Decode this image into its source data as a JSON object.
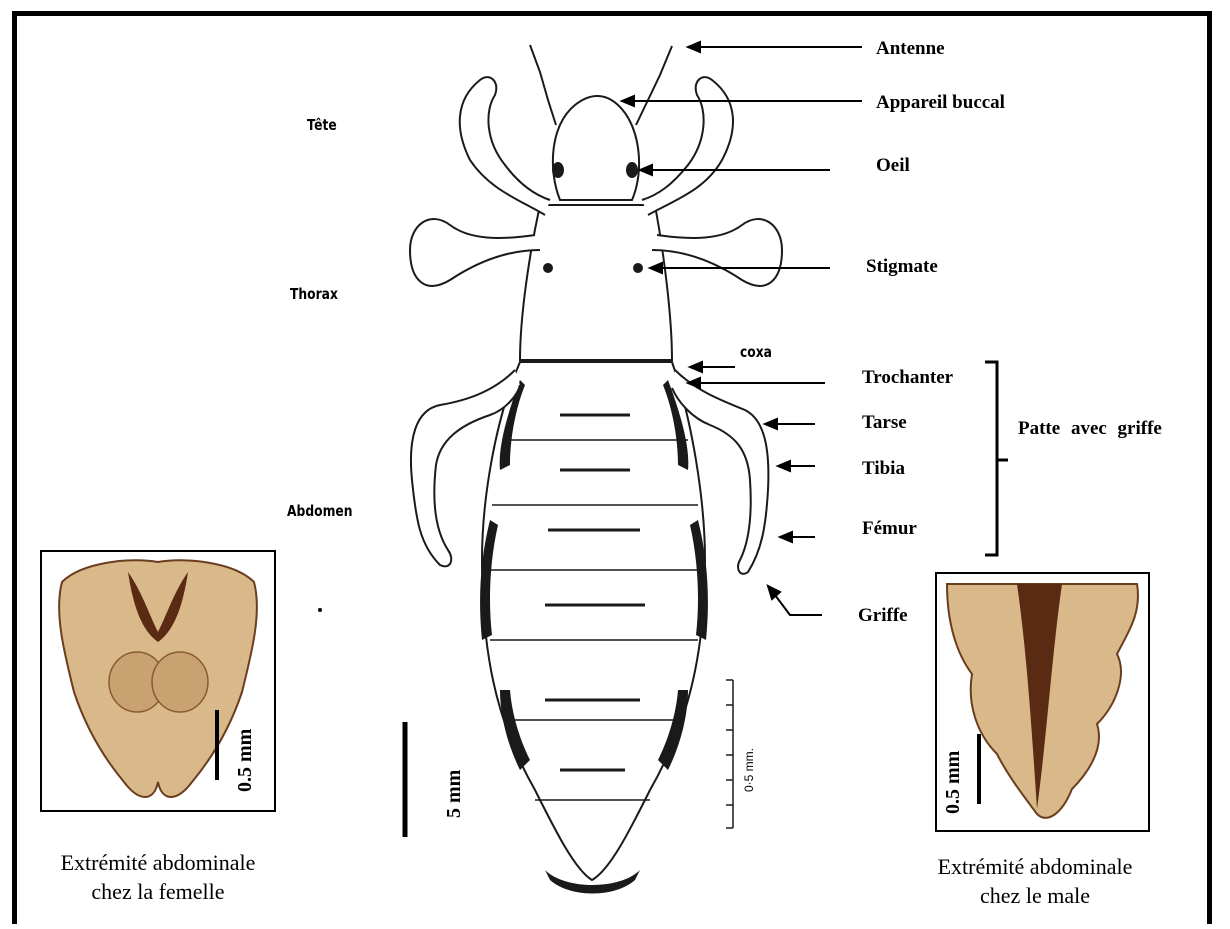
{
  "labels": {
    "antenne": "Antenne",
    "appareil_buccal": "Appareil buccal",
    "oeil": "Oeil",
    "stigmate": "Stigmate",
    "coxa": "coxa",
    "trochanter": "Trochanter",
    "tarse": "Tarse",
    "tibia": "Tibia",
    "femur": "Fémur",
    "griffe": "Griffe",
    "patte_group": "Patte avec griffe"
  },
  "regions": {
    "tete": "Tête",
    "thorax": "Thorax",
    "abdomen": "Abdomen"
  },
  "scales": {
    "main": "5 mm",
    "small": "0·5 mm.",
    "female_photo": "0.5 mm",
    "male_photo": "0.5 mm"
  },
  "captions": {
    "female_line1": "Extrémité abdominale",
    "female_line2": "chez la femelle",
    "male_line1": "Extrémité abdominale",
    "male_line2": "chez le male"
  },
  "colors": {
    "frame": "#000000",
    "drawing": "#1a1a1a",
    "photo_light": "#d9b98a",
    "photo_dark": "#5a2a12"
  }
}
